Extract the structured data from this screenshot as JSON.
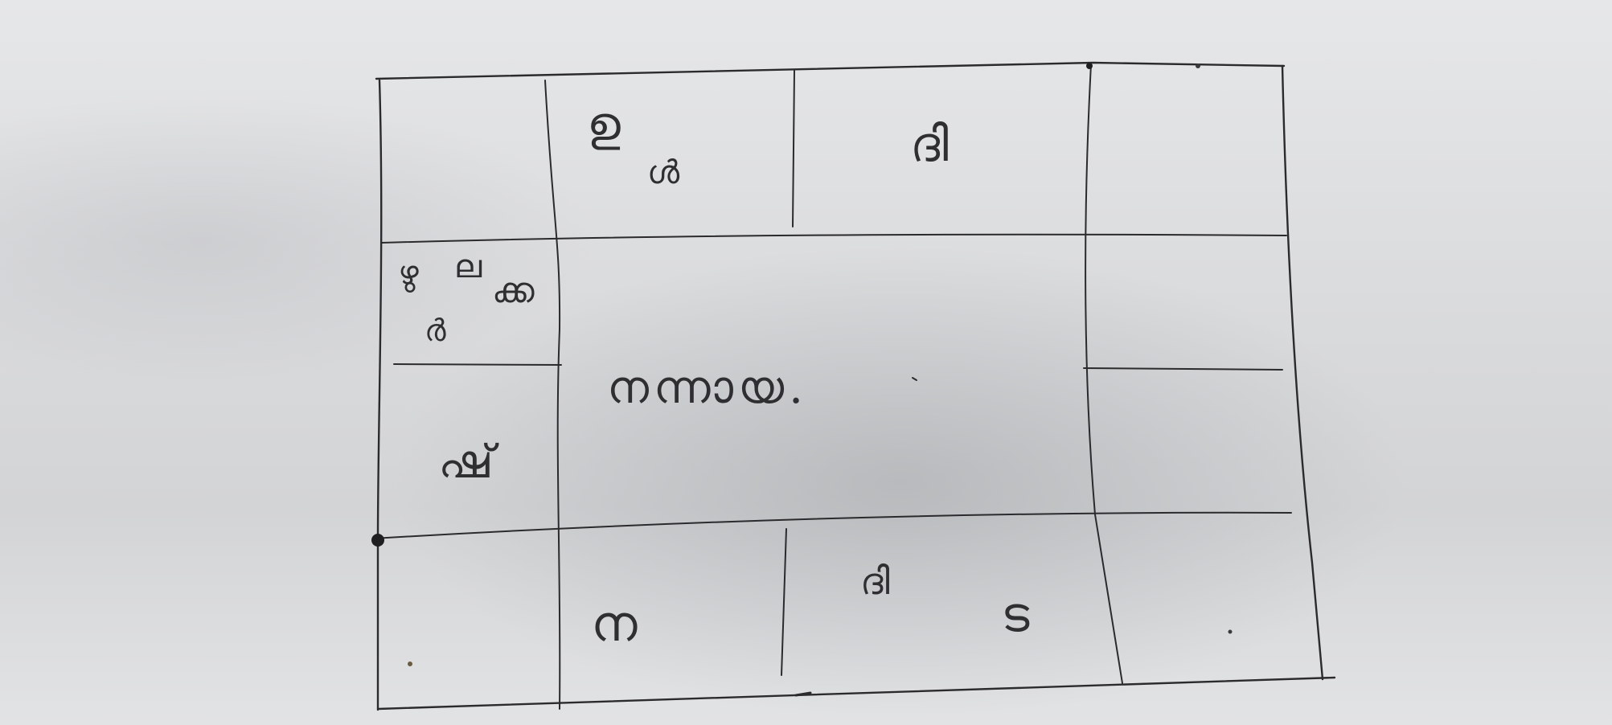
{
  "drawing": {
    "ink_color": "#2b2b2d",
    "paper_color": "#dcdddf",
    "cells": {
      "top_mid_left_upper": "ഉ",
      "top_mid_left_lower": "ൾ",
      "top_mid_right": "ദി",
      "left_upper_a": "ഴു",
      "left_upper_b": "ല",
      "left_upper_c": "ക്ക",
      "left_upper_d": "ർ",
      "left_lower": "ഷ്",
      "center": "നന്നായ.",
      "bottom_mid_left": "ന",
      "bottom_mid_right_a": "ദി",
      "bottom_mid_right_b": "ട"
    }
  }
}
